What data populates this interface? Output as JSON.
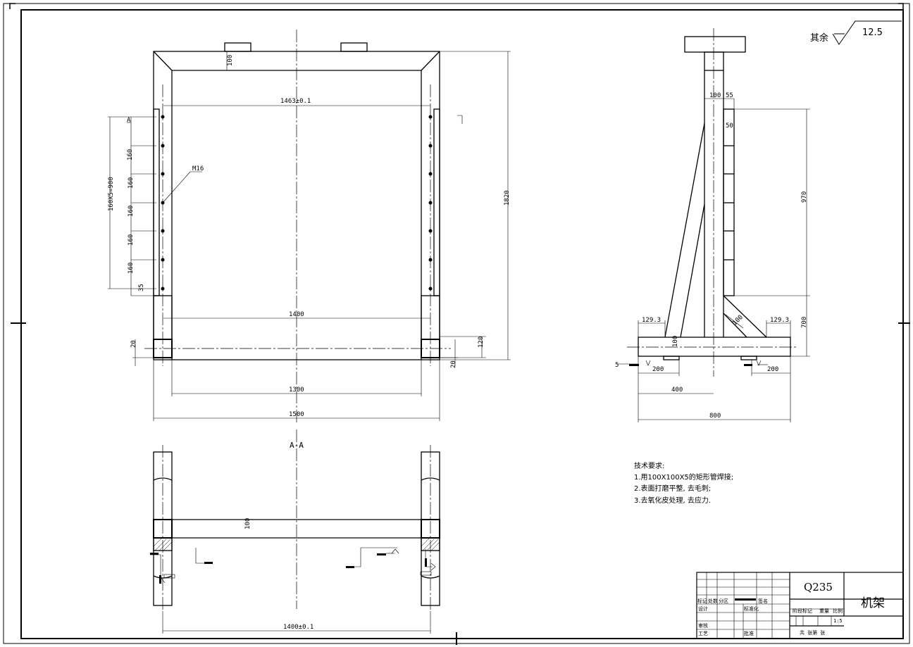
{
  "roughness": {
    "prefix": "其余",
    "value": "12.5"
  },
  "front_view": {
    "dims": {
      "top_wall": "100",
      "inner_span": "1463±0.1",
      "hole_pitch": "160",
      "hole_pitch_total": "160X5=900",
      "edge": "35",
      "thread": "M16",
      "height": "1820",
      "base_span": "1400",
      "foot_20_left": "20",
      "foot_20_right": "20",
      "foot_120": "120",
      "inner_1300": "1300",
      "outer_1500": "1500"
    },
    "section_mark": "A"
  },
  "side_view": {
    "dims": {
      "w100": "100",
      "w55": "55",
      "d50": "50",
      "h970": "970",
      "h700": "700",
      "left_1293": "129.3",
      "right_1293": "129.3",
      "brace": "100",
      "base_h": "100",
      "pad_left": "200",
      "pad_right": "200",
      "half_400": "400",
      "total_800": "800",
      "small": "5"
    }
  },
  "section_view": {
    "label": "A-A",
    "dims": {
      "span": "1400±0.1",
      "beam": "100"
    }
  },
  "notes": {
    "title": "技术要求:",
    "items": [
      "1.用100X100X5的矩形管焊接;",
      "2.表面打磨平整, 去毛刺;",
      "3.去氧化皮处理, 去应力."
    ]
  },
  "title_block": {
    "material": "Q235",
    "part_name": "机架",
    "labels": {
      "mark": "标记",
      "count": "处数",
      "zone": "分区",
      "sign": "签名",
      "design": "设计",
      "standard": "标准化",
      "stage": "阶段标记",
      "weight": "重量",
      "ratio": "比例",
      "review": "审核",
      "process": "工艺",
      "approve": "批准",
      "sheets": "共 张第 张"
    },
    "scale": "1:5"
  }
}
